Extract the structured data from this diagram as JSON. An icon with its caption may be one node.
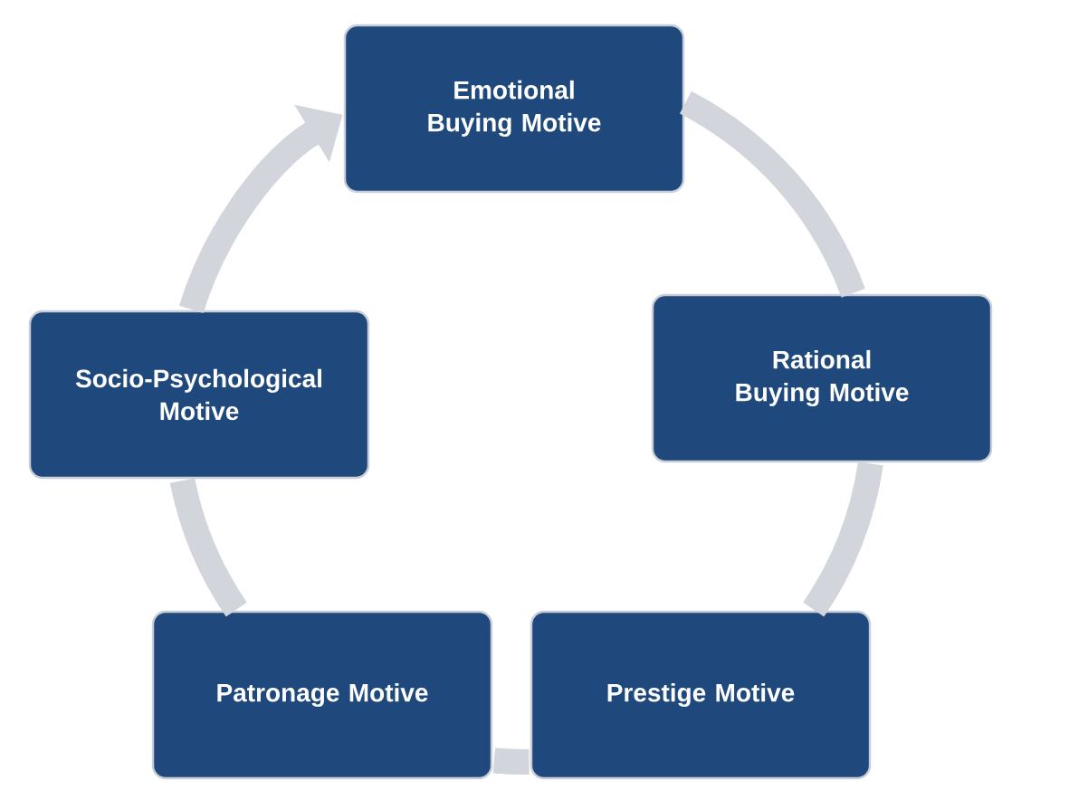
{
  "diagram": {
    "nodes": [
      {
        "text": [
          "Emotional Buying Motive"
        ]
      },
      {
        "text": [
          "Rational Buying Motive"
        ]
      },
      {
        "text": [
          "Prestige Motive"
        ]
      },
      {
        "text": [
          "Patronage Motive"
        ]
      },
      {
        "text": [
          "Socio-Psychological Motive"
        ]
      }
    ],
    "edges": [
      {
        "from": 0,
        "to": 1,
        "arrow": "none"
      },
      {
        "from": 1,
        "to": 2,
        "arrow": "none"
      },
      {
        "from": 2,
        "to": 3,
        "arrow": "none"
      },
      {
        "from": 3,
        "to": 4,
        "arrow": "none"
      },
      {
        "from": 4,
        "to": 0,
        "arrow": "to"
      }
    ]
  }
}
